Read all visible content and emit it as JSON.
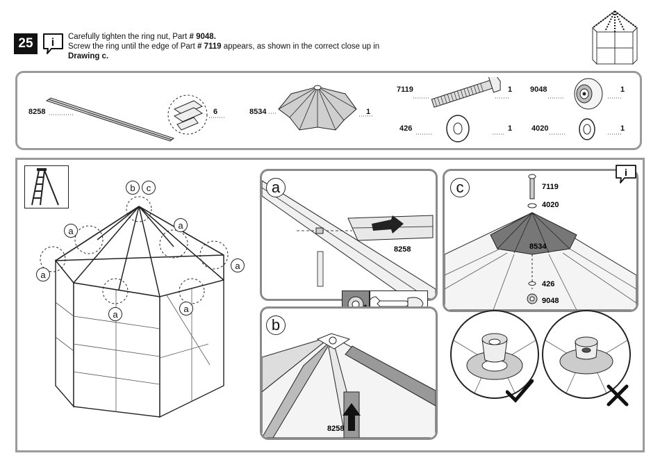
{
  "header": {
    "step_number": "25",
    "line1_prefix": "Carefully tighten the ring nut, Part ",
    "line1_part": "# 9048.",
    "line2_prefix": "Screw the ring until the edge of Part ",
    "line2_part": "# 7119",
    "line2_suffix": " appears, as shown in the correct close up in",
    "line3": "Drawing c."
  },
  "parts": [
    {
      "code": "8258",
      "qty": "6"
    },
    {
      "code": "8534",
      "qty": "1"
    },
    {
      "code": "7119",
      "qty": "1"
    },
    {
      "code": "9048",
      "qty": "1"
    },
    {
      "code": "426",
      "qty": "1"
    },
    {
      "code": "4020",
      "qty": "1"
    }
  ],
  "overview": {
    "callout_a": "a",
    "callout_b": "b",
    "callout_c": "c"
  },
  "panel_a": {
    "letter": "a",
    "part_label": "8258"
  },
  "panel_b": {
    "letter": "b",
    "part_label": "8258"
  },
  "panel_c": {
    "letter": "c",
    "labels": {
      "p7119": "7119",
      "p4020": "4020",
      "p8534": "8534",
      "p426": "426",
      "p9048": "9048"
    }
  },
  "icons": [
    "info-icon",
    "ladder-icon",
    "wrench-icon",
    "check-mark-icon",
    "cross-mark-icon",
    "nut-icon"
  ]
}
